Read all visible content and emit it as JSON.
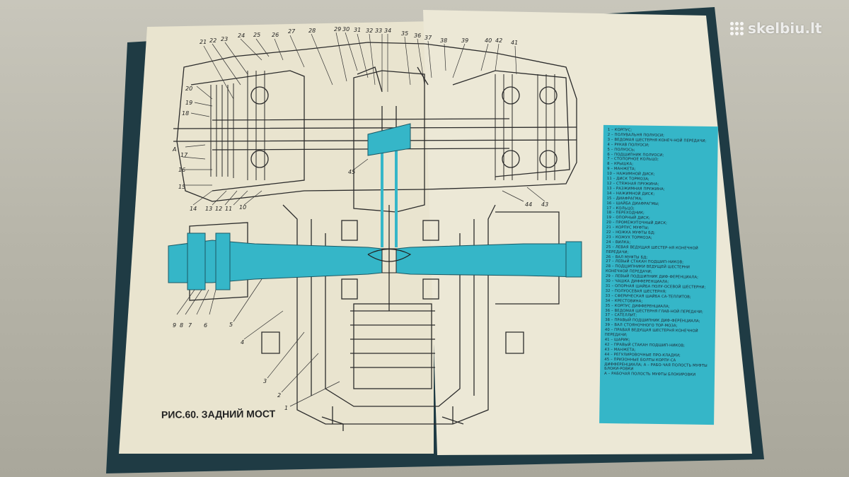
{
  "caption": "РИС.60. ЗАДНИЙ МОСТ",
  "watermark": "skelbiu.lt",
  "colors": {
    "cyan_highlight": "#35b6c8",
    "paper": "#e9e4cf",
    "cover": "#1f3b44",
    "ink": "#222222"
  },
  "callouts_top": [
    "21",
    "22",
    "23",
    "24",
    "25",
    "26",
    "27",
    "28",
    "29",
    "30",
    "31",
    "32",
    "33",
    "34",
    "35",
    "36",
    "37",
    "38",
    "39",
    "40",
    "42",
    "41"
  ],
  "callouts_left": [
    "20",
    "19",
    "18",
    "A",
    "17",
    "16",
    "15"
  ],
  "callouts_bottom_left": [
    "14",
    "13",
    "12",
    "11",
    "10",
    "9",
    "8",
    "7",
    "6",
    "5",
    "4",
    "3",
    "2",
    "1"
  ],
  "callouts_other": [
    "45",
    "44",
    "43"
  ],
  "legend": [
    "1 – КОРПУС;",
    "2 – ПОЛУВАЛЬНЯ ПОЛУОСИ;",
    "3 – ВЕДОМАЯ ШЕСТЕРНЯ КОНЕЧ-НОЙ ПЕРЕДАЧИ;",
    "4 – РУКАВ ПОЛУОСИ;",
    "5 – ПОЛУОСЬ;",
    "6 – ПОДШИПНИК ПОЛУОСИ;",
    "7 – СТОПОРНОЕ КОЛЬЦО;",
    "8 – КРЫШКА;",
    "9 – МАНЖЕТА;",
    "10 – НАЖИМНОЙ ДИСК;",
    "11 – ДИСК ТОРМОЗА;",
    "12 – СТЯЖНАЯ ПРУЖИНА;",
    "13 – РАЗЖИМНАЯ ПРУЖИНА;",
    "14 – НАЖИМНОЙ ДИСК;",
    "15 – ДИАФРАГМА;",
    "16 – ШАЙБА ДИАФРАГМЫ;",
    "17 – КОЛЬЦО;",
    "18 – ПЕРЕХОДНИК;",
    "19 – ОПОРНЫЙ ДИСК;",
    "20 – ПРОМЕЖУТОЧНЫЙ ДИСК;",
    "21 – КОРПУС МУФТЫ;",
    "22 – НОЖКА МУФТЫ БД;",
    "23 – КОЖУХ ТОРМОЗА;",
    "24 – ВИЛКА;",
    "25 – ЛЕВАЯ ВЕДУЩАЯ ШЕСТЕР-НЯ КОНЕЧНОЙ ПЕРЕДАЧИ;",
    "26 – ВАЛ МУФТЫ БД;",
    "27 – ЛЕВЫЙ СТАКАН ПОДШИП-НИКОВ;",
    "28 – ПОДШИПНИКИ ВЕДУЩЕЙ ШЕСТЕРНИ КОНЕЧНОЙ ПЕРЕДАЧИ;",
    "29 – ЛЕВЫЙ ПОДШИПНИК ДИФ-ФЕРЕНЦИАЛА;",
    "30 – ЧАШКА ДИФФЕРЕНЦИАЛА;",
    "31 – ОПОРНАЯ ШАЙБА ПОЛУ-ОСЕВОЙ ШЕСТЕРНИ;",
    "32 – ПОЛУОСЕВАЯ ШЕСТЕРНЯ;",
    "33 – СФЕРИЧЕСКАЯ ШАЙБА СА-ТЕЛЛИТОВ;",
    "34 – КРЕСТОВИНА;",
    "35 – КОРПУС ДИФФЕРЕНЦИАЛА;",
    "36 – ВЕДОМАЯ ШЕСТЕРНЯ ГЛАВ-НОЙ ПЕРЕДАЧИ;",
    "37 – САТЕЛЛИТ;",
    "38 – ПРАВЫЙ ПОДШИПНИК ДИФ-ФЕРЕНЦИАЛА;",
    "39 – ВАЛ СТОЯНОЧНОГО ТОР-МОЗА;",
    "40 – ПРАВАЯ ВЕДУЩАЯ ШЕСТЕРНЯ КОНЕЧНОЙ ПЕРЕДАЧИ;",
    "41 – ШАРИК;",
    "42 – ПРАВЫЙ СТАКАН ПОДШИП-НИКОВ;",
    "43 – МАНЖЕТА;",
    "44 – РЕГУЛИРОВОЧНЫЕ ПРО-КЛАДКИ;",
    "45 – ПРИЗОННЫЕ БОЛТЫ КОРПУ-СА ДИФФЕРЕНЦИАЛА; А – РАБО-ЧАЯ ПОЛОСТЬ МУФТЫ БЛОКИ-РОВКИ",
    "",
    "А – РАБОЧАЯ ПОЛОСТЬ МУФТЫ БЛОКИРОВКИ"
  ]
}
